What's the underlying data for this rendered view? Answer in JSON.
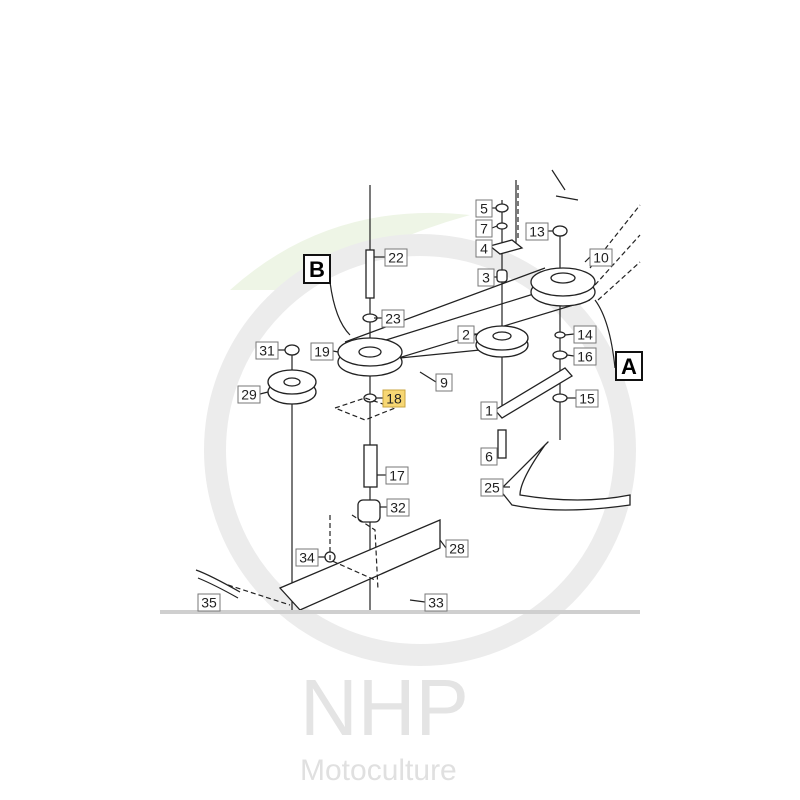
{
  "watermark": {
    "brand": "NHP",
    "subtitle": "Motoculture",
    "color": "#e4e4e4",
    "leaf_color": "#eef5e6"
  },
  "callouts": [
    {
      "text": "B"
    },
    {
      "text": "A"
    }
  ],
  "highlight_color": "#f7d774",
  "part_labels": [
    {
      "text": "22"
    },
    {
      "text": "23"
    },
    {
      "text": "19"
    },
    {
      "text": "31"
    },
    {
      "text": "29"
    },
    {
      "text": "18",
      "highlighted": true
    },
    {
      "text": "9"
    },
    {
      "text": "17"
    },
    {
      "text": "32"
    },
    {
      "text": "34"
    },
    {
      "text": "28"
    },
    {
      "text": "35"
    },
    {
      "text": "33"
    },
    {
      "text": "5"
    },
    {
      "text": "7"
    },
    {
      "text": "4"
    },
    {
      "text": "3"
    },
    {
      "text": "2"
    },
    {
      "text": "1"
    },
    {
      "text": "6"
    },
    {
      "text": "25"
    },
    {
      "text": "13"
    },
    {
      "text": "10"
    },
    {
      "text": "14"
    },
    {
      "text": "16"
    },
    {
      "text": "15"
    }
  ]
}
